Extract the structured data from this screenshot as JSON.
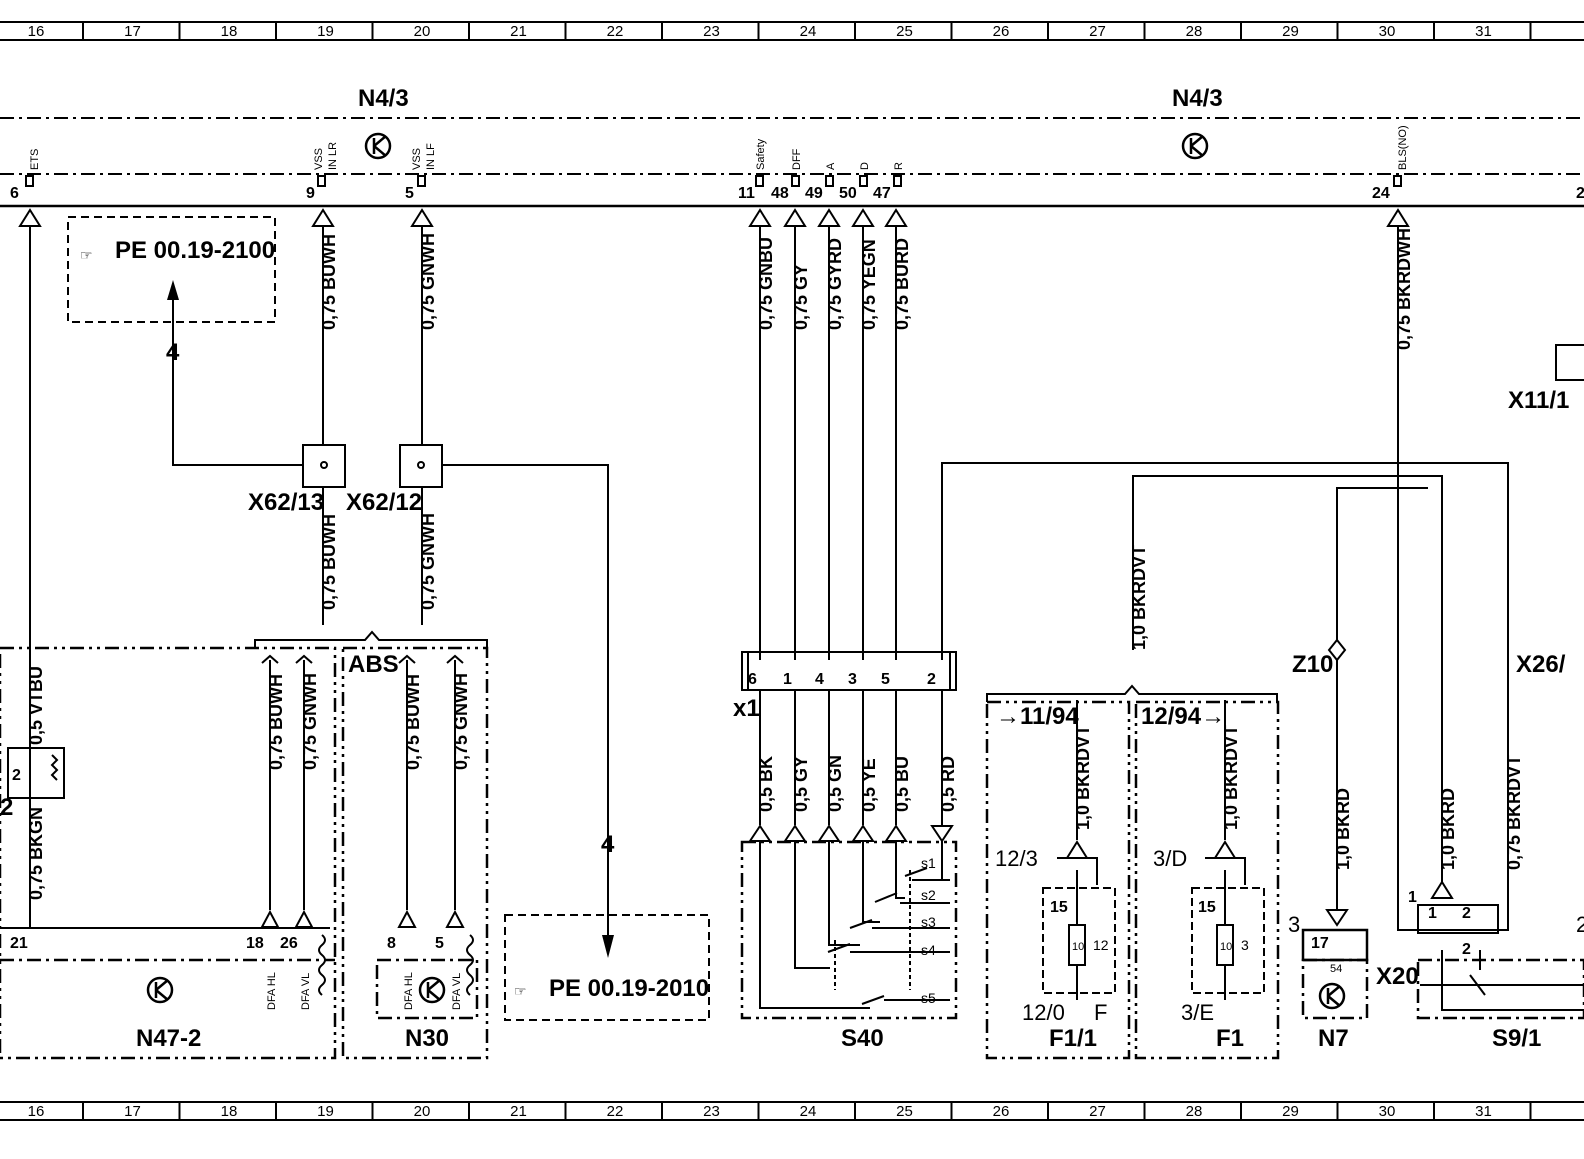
{
  "grid_columns": [
    "16",
    "17",
    "18",
    "19",
    "20",
    "21",
    "22",
    "23",
    "24",
    "25",
    "26",
    "27",
    "28",
    "29",
    "30",
    "31"
  ],
  "components": {
    "n43_left": "N4/3",
    "n43_right": "N4/3",
    "n47": "N47-2",
    "n30": "N30",
    "s40": "S40",
    "f11": "F1/1",
    "f1": "F1",
    "n7": "N7",
    "s91": "S9/1",
    "x62_13": "X62/13",
    "x62_12": "X62/12",
    "x1": "x1",
    "z10": "Z10",
    "x20": "X20",
    "x26": "X26/",
    "x11": "X11/1",
    "abs": "ABS",
    "left_edge_2": "2"
  },
  "refs": {
    "pe2100": "PE  00.19-2100",
    "pe2010": "PE  00.19-2010",
    "line_4": "4"
  },
  "signals": {
    "ets": "ETS",
    "vss_lr": "VSS",
    "vss_lr2": "IN LR",
    "vss_lf": "VSS",
    "vss_lf2": "IN LF",
    "safety": "Safety",
    "dff": "DFF",
    "a": "A",
    "d": "D",
    "r": "R",
    "bls": "BLS(NO)",
    "dfa_hl": "DFA HL",
    "dfa_vl": "DFA VL"
  },
  "pins": {
    "p6": "6",
    "p9": "9",
    "p5": "5",
    "p11": "11",
    "p48": "48",
    "p49": "49",
    "p50": "50",
    "p47": "47",
    "p24": "24",
    "p2r": "2",
    "p21": "21",
    "p18": "18",
    "p26": "26",
    "p8": "8",
    "p5b": "5",
    "x1_6": "6",
    "x1_1": "1",
    "x1_4": "4",
    "x1_3": "3",
    "x1_5": "5",
    "x1_2": "2",
    "s1": "s1",
    "s2": "s2",
    "s3": "s3",
    "s4": "s4",
    "s5": "s5",
    "f_15": "15",
    "f_10": "10",
    "f_12": "12",
    "f_F": "F",
    "f2_15": "15",
    "f2_10": "10",
    "f2_3": "3",
    "f_123": "12/3",
    "f_120": "12/0",
    "f_3D": "3/D",
    "f_3E": "3/E",
    "n7_17": "17",
    "n7_54": "54",
    "n7_3": "3",
    "s9_1": "1",
    "s9_1b": "1",
    "s9_2": "2",
    "s9_2b": "2",
    "s9_2r": "2",
    "n47_2": "2"
  },
  "wires": {
    "w_buwh_top": "0,75  BUWH",
    "w_gnwh_top": "0,75  GNWH",
    "w_gnbu": "0,75  GNBU",
    "w_gy": "0,75  GY",
    "w_gyrd": "0,75  GYRD",
    "w_yegn": "0,75  YEGN",
    "w_burd": "0,75  BURD",
    "w_bkrdwh": "0,75  BKRDWH",
    "w_buwh_mid": "0,75  BUWH",
    "w_gnwh_mid": "0,75  GNWH",
    "w_vtbu": "0,5  VTBU",
    "w_bkgn": "0,75  BKGN",
    "w_buwh_l": "0,75  BUWH",
    "w_gnwh_l": "0,75  GNWH",
    "w_buwh_r": "0,75  BUWH",
    "w_gnwh_r": "0,75  GNWH",
    "w_bk": "0,5  BK",
    "w_gy2": "0,5  GY",
    "w_gn": "0,5  GN",
    "w_ye": "0,5  YE",
    "w_bu": "0,5  BU",
    "w_rd": "0,5  RD",
    "w_bkrdvt_top": "1,0  BKRDVT",
    "w_bkrdvt_f11": "1,0  BKRDVT",
    "w_bkrdvt_f1": "1,0  BKRDVT",
    "w_bkrd_n7": "1,0  BKRD",
    "w_bkrd_s9": "1,0  BKRD",
    "w_bkrdvt_s9": "0,75  BKRDVT"
  },
  "splices": {
    "sp1194": "11/94",
    "sp1294": "12/94"
  }
}
